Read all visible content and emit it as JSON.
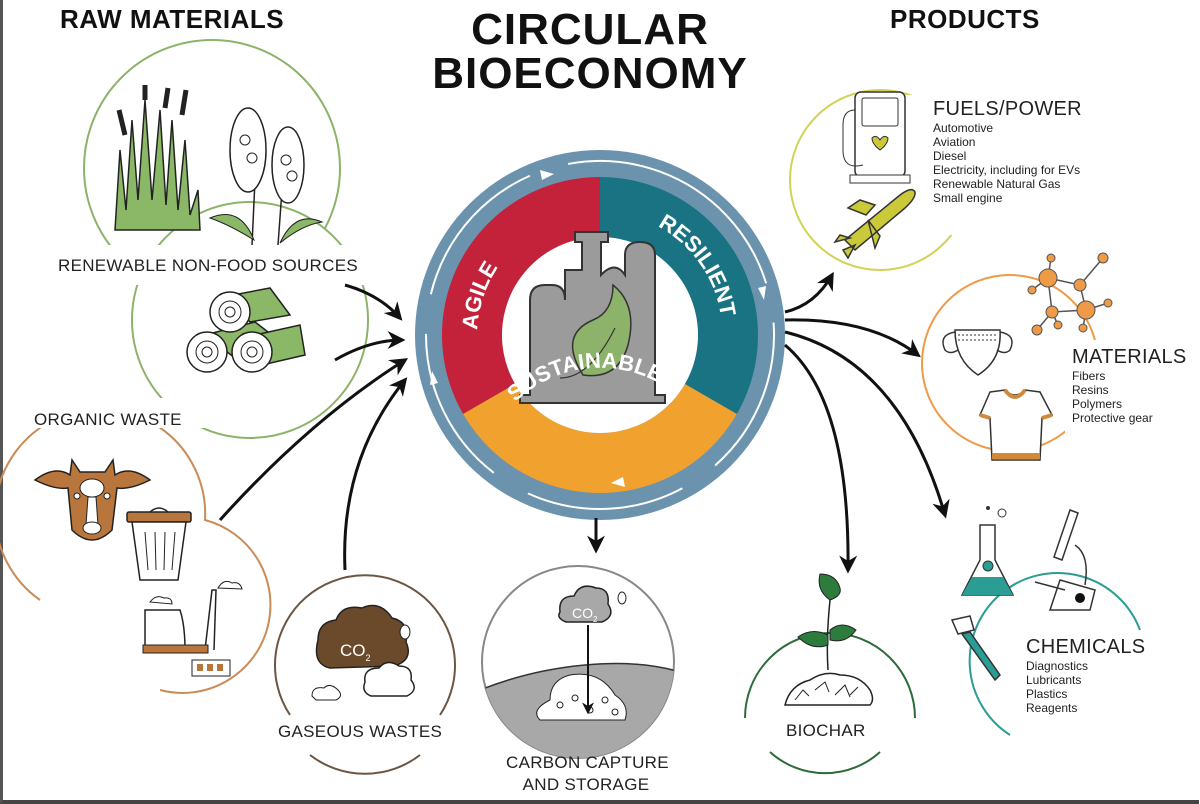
{
  "title": {
    "line1": "CIRCULAR",
    "line2": "BIOECONOMY"
  },
  "sections": {
    "raw_materials": "RAW MATERIALS",
    "products": "PRODUCTS"
  },
  "core": {
    "segments": [
      {
        "label": "AGILE",
        "color": "#c4213a"
      },
      {
        "label": "RESILIENT",
        "color": "#1a7383"
      },
      {
        "label": "SUSTAINABLE",
        "color": "#f0a12e"
      }
    ],
    "ring_color": "#6b93ad"
  },
  "inputs": {
    "renewable": {
      "label": "RENEWABLE NON-FOOD SOURCES",
      "color": "#7ba35a"
    },
    "organic": {
      "label": "ORGANIC WASTE",
      "color": "#b86d2a"
    },
    "gaseous": {
      "label": "GASEOUS WASTES",
      "color": "#6b4a2b",
      "co2": "CO",
      "co2_sub": "2"
    }
  },
  "outputs": {
    "ccs": {
      "line1": "CARBON CAPTURE",
      "line2": "AND STORAGE",
      "co2": "CO",
      "co2_sub": "2"
    },
    "biochar": {
      "label": "BIOCHAR",
      "color": "#2e7b3e"
    }
  },
  "products": [
    {
      "title": "FUELS/POWER",
      "color": "#c9c93a",
      "items": [
        "Automotive",
        "Aviation",
        "Diesel",
        "Electricity, including for EVs",
        "Renewable Natural Gas",
        "Small engine"
      ]
    },
    {
      "title": "MATERIALS",
      "color": "#ef9a46",
      "items": [
        "Fibers",
        "Resins",
        "Polymers",
        "Protective gear"
      ]
    },
    {
      "title": "CHEMICALS",
      "color": "#2a9d94",
      "items": [
        "Diagnostics",
        "Lubricants",
        "Plastics",
        "Reagents"
      ]
    }
  ]
}
